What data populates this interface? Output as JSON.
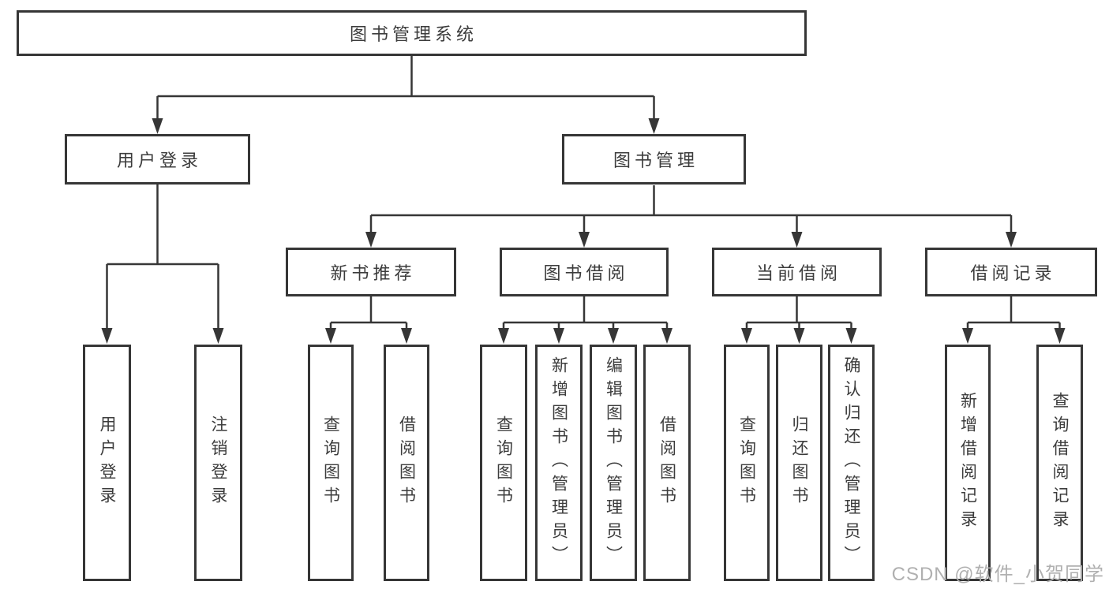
{
  "diagram_title": "图书管理系统",
  "tree": {
    "root": {
      "label": "图书管理系统",
      "children": [
        {
          "label": "用户登录",
          "children": [
            {
              "label": "用户登录"
            },
            {
              "label": "注销登录"
            }
          ]
        },
        {
          "label": "图书管理",
          "children": [
            {
              "label": "新书推荐",
              "children": [
                {
                  "label": "查询图书"
                },
                {
                  "label": "借阅图书"
                }
              ]
            },
            {
              "label": "图书借阅",
              "children": [
                {
                  "label": "查询图书"
                },
                {
                  "label": "新增图书（管理员）"
                },
                {
                  "label": "编辑图书（管理员）"
                },
                {
                  "label": "借阅图书"
                }
              ]
            },
            {
              "label": "当前借阅",
              "children": [
                {
                  "label": "查询图书"
                },
                {
                  "label": "归还图书"
                },
                {
                  "label": "确认归还（管理员）"
                }
              ]
            },
            {
              "label": "借阅记录",
              "children": [
                {
                  "label": "新增借阅记录"
                },
                {
                  "label": "查询借阅记录"
                }
              ]
            }
          ]
        }
      ]
    }
  },
  "watermark": {
    "text": "CSDN @软件_小贺同学"
  },
  "colors": {
    "background": "#ffffff",
    "line": "#363636",
    "box_border": "#363636",
    "text": "#3c3c3c",
    "watermark": "#b0b0b0"
  }
}
